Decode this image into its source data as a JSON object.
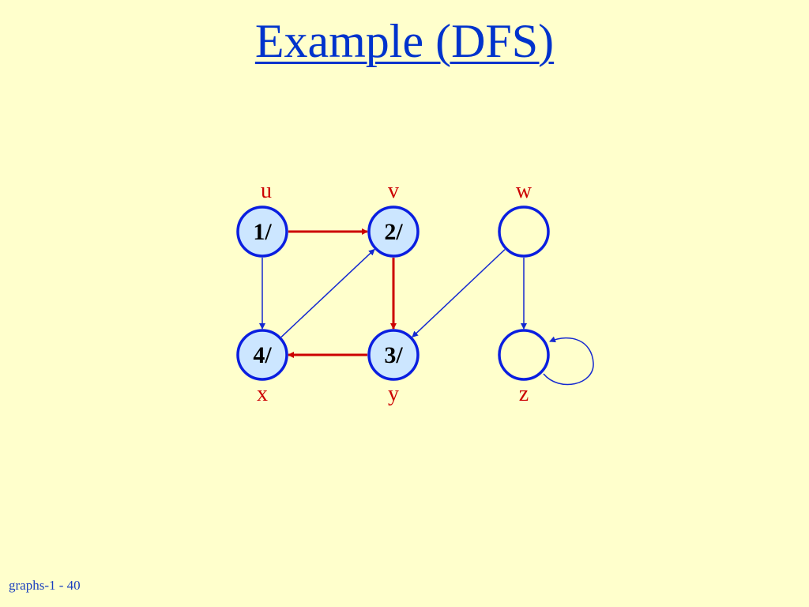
{
  "title": "Example (DFS)",
  "footer": "graphs-1 - 40",
  "colors": {
    "background": "#ffffcc",
    "title": "#0033cc",
    "node_stroke": "#0a1ee0",
    "visited_fill": "#cce6ff",
    "tree_edge": "#cc0000",
    "edge": "#1428d0",
    "label": "#cc0000"
  },
  "nodes": [
    {
      "id": "u",
      "label": "u",
      "text": "1/",
      "visited": true
    },
    {
      "id": "v",
      "label": "v",
      "text": "2/",
      "visited": true
    },
    {
      "id": "w",
      "label": "w",
      "text": "",
      "visited": false
    },
    {
      "id": "x",
      "label": "x",
      "text": "4/",
      "visited": true
    },
    {
      "id": "y",
      "label": "y",
      "text": "3/",
      "visited": true
    },
    {
      "id": "z",
      "label": "z",
      "text": "",
      "visited": false
    }
  ],
  "edges": [
    {
      "from": "u",
      "to": "v",
      "tree": true
    },
    {
      "from": "u",
      "to": "x",
      "tree": false
    },
    {
      "from": "x",
      "to": "v",
      "tree": false
    },
    {
      "from": "v",
      "to": "y",
      "tree": true
    },
    {
      "from": "y",
      "to": "x",
      "tree": true
    },
    {
      "from": "w",
      "to": "y",
      "tree": false
    },
    {
      "from": "w",
      "to": "z",
      "tree": false
    },
    {
      "from": "z",
      "to": "z",
      "tree": false
    }
  ]
}
